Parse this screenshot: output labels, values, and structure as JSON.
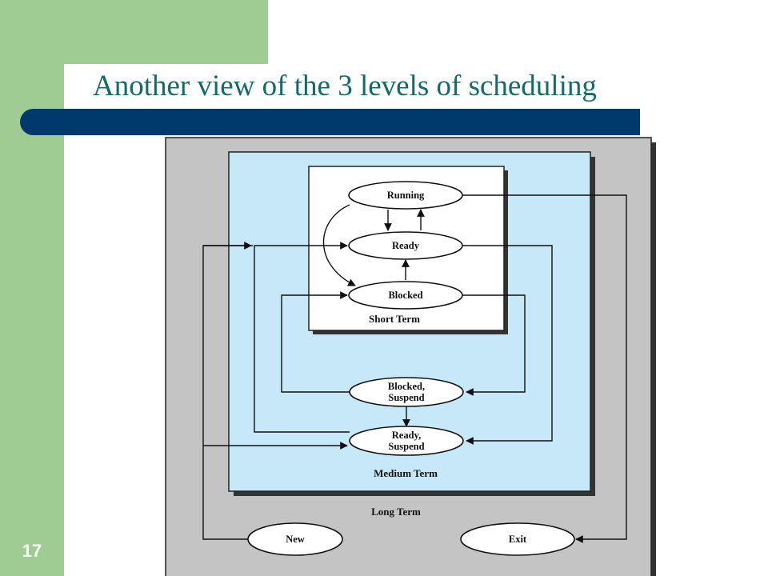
{
  "slide": {
    "title": "Another view of the 3 levels of scheduling",
    "number": "17"
  },
  "diagram": {
    "states": {
      "running": "Running",
      "ready": "Ready",
      "blocked": "Blocked",
      "blocked_suspend_line1": "Blocked,",
      "blocked_suspend_line2": "Suspend",
      "ready_suspend_line1": "Ready,",
      "ready_suspend_line2": "Suspend",
      "new": "New",
      "exit": "Exit"
    },
    "regions": {
      "short_term": "Short Term",
      "medium_term": "Medium Term",
      "long_term": "Long Term"
    }
  },
  "colors": {
    "sidebar_green": "#9fcc92",
    "title_teal": "#126a6a",
    "title_bar_navy": "#003a6c",
    "long_term_gray": "#c4c4c4",
    "medium_term_blue": "#c6e8f8"
  }
}
